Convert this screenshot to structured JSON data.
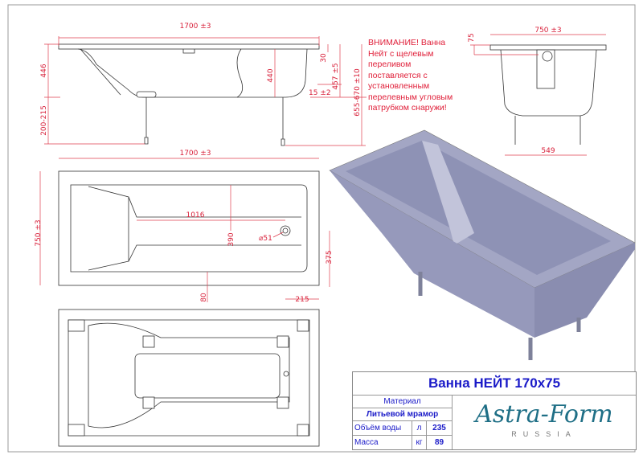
{
  "side_view": {
    "length": "1700 ±3",
    "height_446": "446",
    "legs": "200-215",
    "depth": "440",
    "rim": "30",
    "height_457": "457 ±5",
    "total_height": "655-670 ±10",
    "wall": "15 ±2"
  },
  "end_view": {
    "width": "750 ±3",
    "rim": "75",
    "legs_span": "549"
  },
  "top_view": {
    "length": "1700 ±3",
    "width": "750 ±3",
    "bowl_length": "1016",
    "drain_y": "390",
    "drain_diameter": "⌀51",
    "drain_side": "375",
    "offset_80": "80",
    "offset_215": "215"
  },
  "warning": [
    "ВНИМАНИЕ! Ванна",
    "Нейт с щелевым",
    "переливом",
    "поставляется с",
    "установленным",
    "перелевным угловым",
    "патрубком снаружи!"
  ],
  "title_block": {
    "title": "Ванна НЕЙТ 170x75",
    "material_label": "Материал",
    "material_value": "Литьевой мрамор",
    "volume_label": "Объём воды",
    "volume_unit": "л",
    "volume_value": "235",
    "mass_label": "Масса",
    "mass_unit": "кг",
    "mass_value": "89",
    "logo": "Astra-Form",
    "logo_sub": "RUSSIA"
  },
  "colors": {
    "dimension": "#d8203a",
    "title": "#1a1ac8",
    "logo": "#1f6f86",
    "render": "#a3a6c4"
  }
}
